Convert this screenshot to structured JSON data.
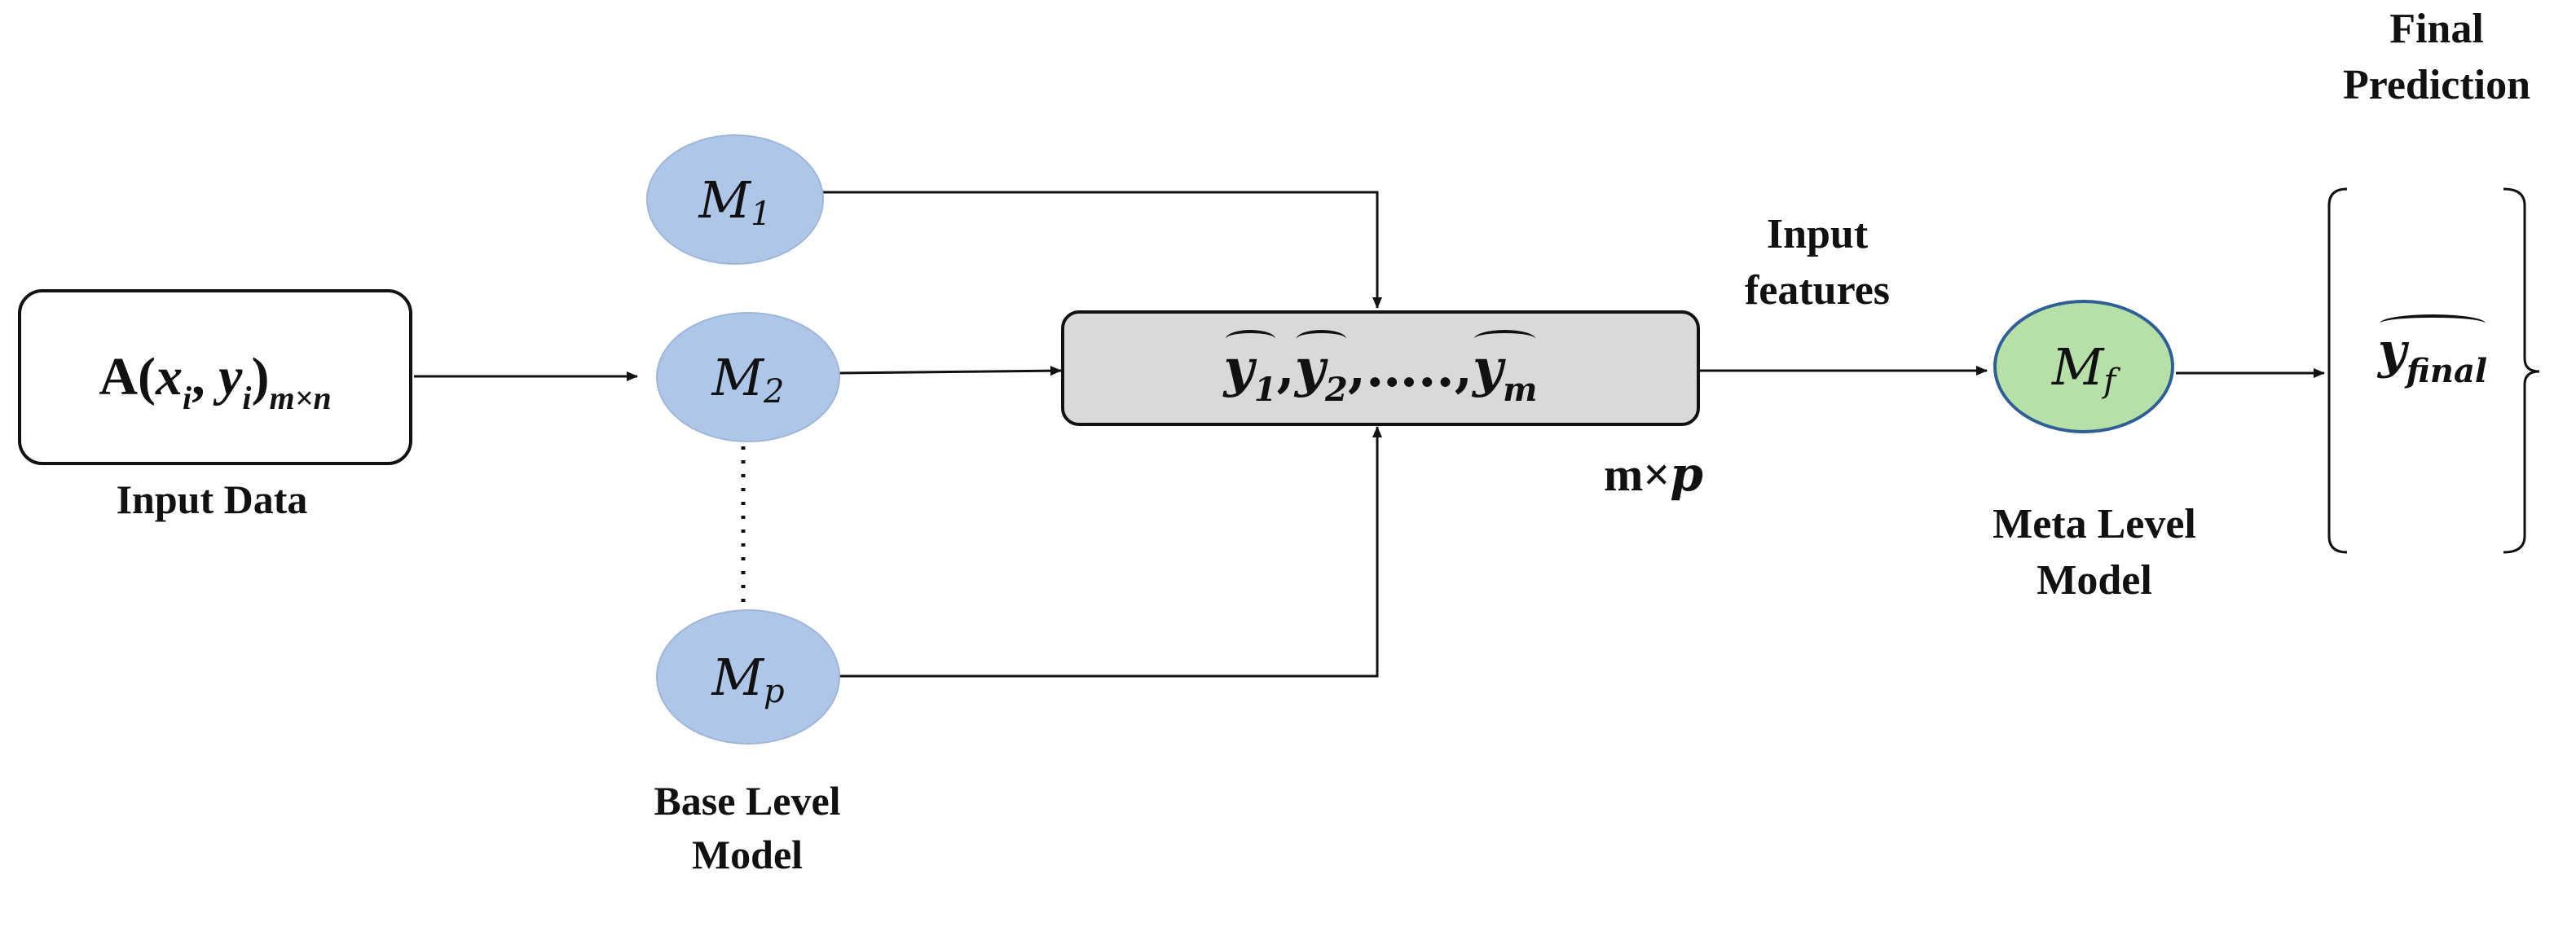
{
  "input": {
    "formula_prefix": "A(",
    "x": "x",
    "x_sub": "i",
    "comma": ", ",
    "y": "y",
    "y_sub": "i",
    "close": ")",
    "dims": "m×n",
    "caption": "Input Data"
  },
  "base_models": {
    "symbol": "M",
    "subs": [
      "1",
      "2",
      "p"
    ],
    "caption_line1": "Base Level",
    "caption_line2": "Model"
  },
  "predictions": {
    "y": "y",
    "subs": [
      "1",
      "2",
      "m"
    ],
    "sep1": ", ",
    "sep2": ",…..,",
    "dim_prefix": "m×",
    "dim_var": "p"
  },
  "input_features": {
    "line1": "Input",
    "line2": "features"
  },
  "meta_model": {
    "symbol": "M",
    "sub": "f",
    "caption_line1": "Meta Level",
    "caption_line2": "Model"
  },
  "final": {
    "title_line1": "Final",
    "title_line2": "Prediction",
    "y": "y",
    "sub": "final"
  },
  "colors": {
    "base_fill": "#aec6e8",
    "meta_fill": "#b6e0a8",
    "meta_border": "#2f5f95",
    "pred_box_fill": "#d9d9d9"
  }
}
